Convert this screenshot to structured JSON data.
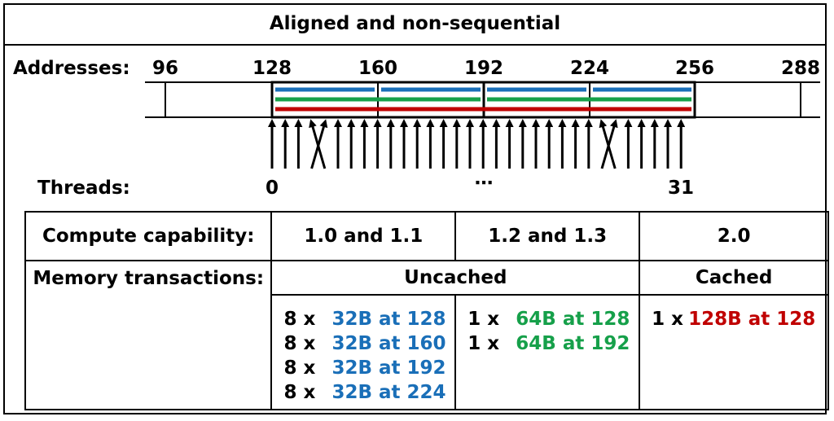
{
  "title": "Aligned and non-sequential",
  "addresses_label": "Addresses:",
  "addresses": [
    "96",
    "128",
    "160",
    "192",
    "224",
    "256",
    "288"
  ],
  "threads_label": "Threads:",
  "threads": {
    "first": "0",
    "middle": "⋯",
    "last": "31"
  },
  "colors": {
    "blue": "#1a6fb8",
    "green": "#16a04a",
    "red": "#c00000"
  },
  "table": {
    "compute_label": "Compute capability:",
    "memory_label": "Memory transactions:",
    "capabilities": [
      "1.0 and 1.1",
      "1.2 and 1.3",
      "2.0"
    ],
    "uncached_label": "Uncached",
    "cached_label": "Cached",
    "cc10": [
      {
        "mult": "8 x",
        "desc": "32B at 128"
      },
      {
        "mult": "8 x",
        "desc": "32B at 160"
      },
      {
        "mult": "8 x",
        "desc": "32B at 192"
      },
      {
        "mult": "8 x",
        "desc": "32B at 224"
      }
    ],
    "cc12": [
      {
        "mult": "1 x",
        "desc": "64B at 128"
      },
      {
        "mult": "1 x",
        "desc": "64B at 192"
      }
    ],
    "cc20": [
      {
        "mult": "1 x",
        "desc": "128B at 128"
      }
    ]
  }
}
